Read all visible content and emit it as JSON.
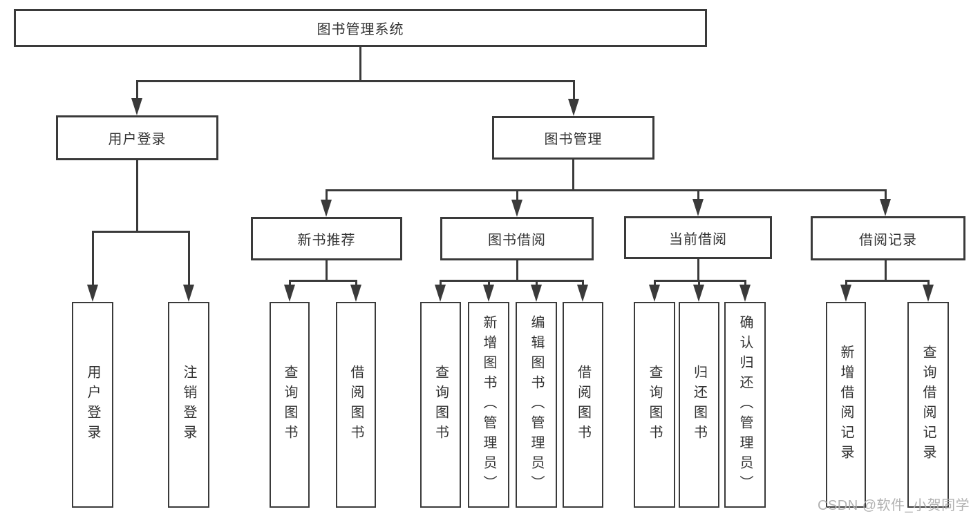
{
  "nodes": {
    "root": {
      "label": "图书管理系统"
    },
    "user_login": {
      "label": "用户登录"
    },
    "book_management": {
      "label": "图书管理"
    },
    "new_book_recommend": {
      "label": "新书推荐"
    },
    "book_borrowing": {
      "label": "图书借阅"
    },
    "current_borrowing": {
      "label": "当前借阅"
    },
    "borrowing_records": {
      "label": "借阅记录"
    },
    "leaf_user_login": {
      "label": "用户登录"
    },
    "leaf_logout": {
      "label": "注销登录"
    },
    "leaf_nbr_query_books": {
      "label": "查询图书"
    },
    "leaf_nbr_borrow_books": {
      "label": "借阅图书"
    },
    "leaf_bb_query_books": {
      "label": "查询图书"
    },
    "leaf_bb_add_books": {
      "label": "新增图书（管理员）"
    },
    "leaf_bb_edit_books": {
      "label": "编辑图书（管理员）"
    },
    "leaf_bb_borrow_books": {
      "label": "借阅图书"
    },
    "leaf_cb_query_books": {
      "label": "查询图书"
    },
    "leaf_cb_return_books": {
      "label": "归还图书"
    },
    "leaf_cb_confirm_return": {
      "label": "确认归还（管理员）"
    },
    "leaf_br_add_record": {
      "label": "新增借阅记录"
    },
    "leaf_br_query_record": {
      "label": "查询借阅记录"
    }
  },
  "hierarchy": {
    "图书管理系统": {
      "用户登录": [
        "用户登录",
        "注销登录"
      ],
      "图书管理": {
        "新书推荐": [
          "查询图书",
          "借阅图书"
        ],
        "图书借阅": [
          "查询图书",
          "新增图书（管理员）",
          "编辑图书（管理员）",
          "借阅图书"
        ],
        "当前借阅": [
          "查询图书",
          "归还图书",
          "确认归还（管理员）"
        ],
        "借阅记录": [
          "新增借阅记录",
          "查询借阅记录"
        ]
      }
    }
  },
  "watermark": {
    "text": "CSDN @软件_小贺同学"
  },
  "colors": {
    "line": "#3a3a3a",
    "box_border": "#3a3a3a",
    "text": "#333333",
    "watermark": "#b1b1b1",
    "background": "#ffffff"
  }
}
